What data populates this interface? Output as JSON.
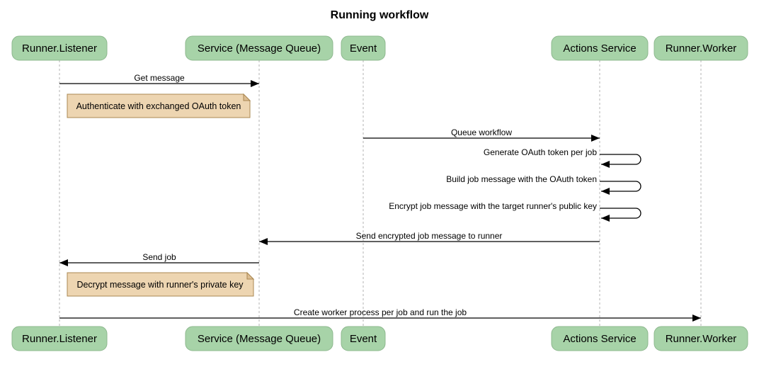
{
  "title": "Running workflow",
  "diagram_type": "sequence-diagram",
  "colors": {
    "background": "#ffffff",
    "participant_fill": "#a7d3a8",
    "participant_border": "#8db88e",
    "note_fill": "#edd5b1",
    "note_fold": "#dcbd92",
    "note_border": "#aa8852",
    "lifeline": "#b3b3b3",
    "line": "#000000",
    "text": "#000000"
  },
  "participants": [
    {
      "label": "Runner.Listener"
    },
    {
      "label": "Service (Message Queue)"
    },
    {
      "label": "Event"
    },
    {
      "label": "Actions Service"
    },
    {
      "label": "Runner.Worker"
    }
  ],
  "messages": [
    {
      "type": "message",
      "from": "Runner.Listener",
      "to": "Service (Message Queue)",
      "label": "Get message"
    },
    {
      "type": "note",
      "over": "Runner.Listener",
      "label": "Authenticate with exchanged OAuth token"
    },
    {
      "type": "message",
      "from": "Event",
      "to": "Actions Service",
      "label": "Queue workflow"
    },
    {
      "type": "self-message",
      "on": "Actions Service",
      "label": "Generate OAuth token per job"
    },
    {
      "type": "self-message",
      "on": "Actions Service",
      "label": "Build job message with the OAuth token"
    },
    {
      "type": "self-message",
      "on": "Actions Service",
      "label": "Encrypt job message with the target runner's public key"
    },
    {
      "type": "message",
      "from": "Actions Service",
      "to": "Service (Message Queue)",
      "label": "Send encrypted job message to runner"
    },
    {
      "type": "message",
      "from": "Service (Message Queue)",
      "to": "Runner.Listener",
      "label": "Send job"
    },
    {
      "type": "note",
      "over": "Runner.Listener",
      "label": "Decrypt message with runner's private key"
    },
    {
      "type": "message",
      "from": "Runner.Listener",
      "to": "Runner.Worker",
      "label": "Create worker process per job and run the job"
    }
  ]
}
